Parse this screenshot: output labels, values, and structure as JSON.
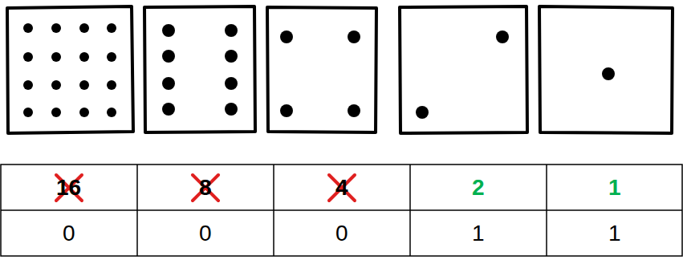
{
  "diagram": {
    "labels": [
      "16",
      "8",
      "4",
      "2",
      "1",
      "0",
      "0",
      "0",
      "1",
      "1"
    ]
  }
}
